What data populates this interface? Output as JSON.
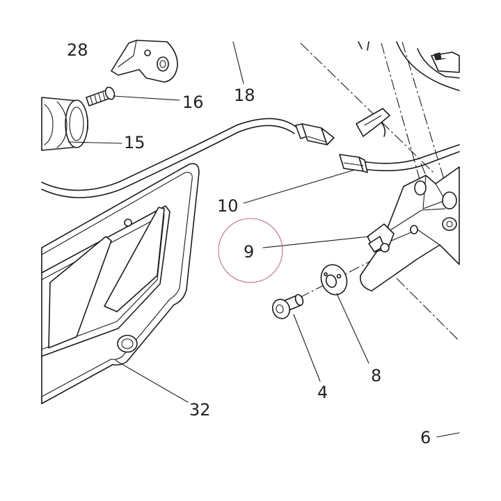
{
  "callouts": [
    {
      "id": "28",
      "text": "28"
    },
    {
      "id": "16",
      "text": "16"
    },
    {
      "id": "18",
      "text": "18"
    },
    {
      "id": "15",
      "text": "15"
    },
    {
      "id": "10",
      "text": "10"
    },
    {
      "id": "9",
      "text": "9"
    },
    {
      "id": "8",
      "text": "8"
    },
    {
      "id": "4",
      "text": "4"
    },
    {
      "id": "32",
      "text": "32"
    },
    {
      "id": "6",
      "text": "6"
    }
  ],
  "highlight": {
    "callout": "9",
    "ring_color": "#c0607a"
  },
  "colors": {
    "line": "#1a1a1a",
    "label": "#222222",
    "background": "#ffffff"
  }
}
